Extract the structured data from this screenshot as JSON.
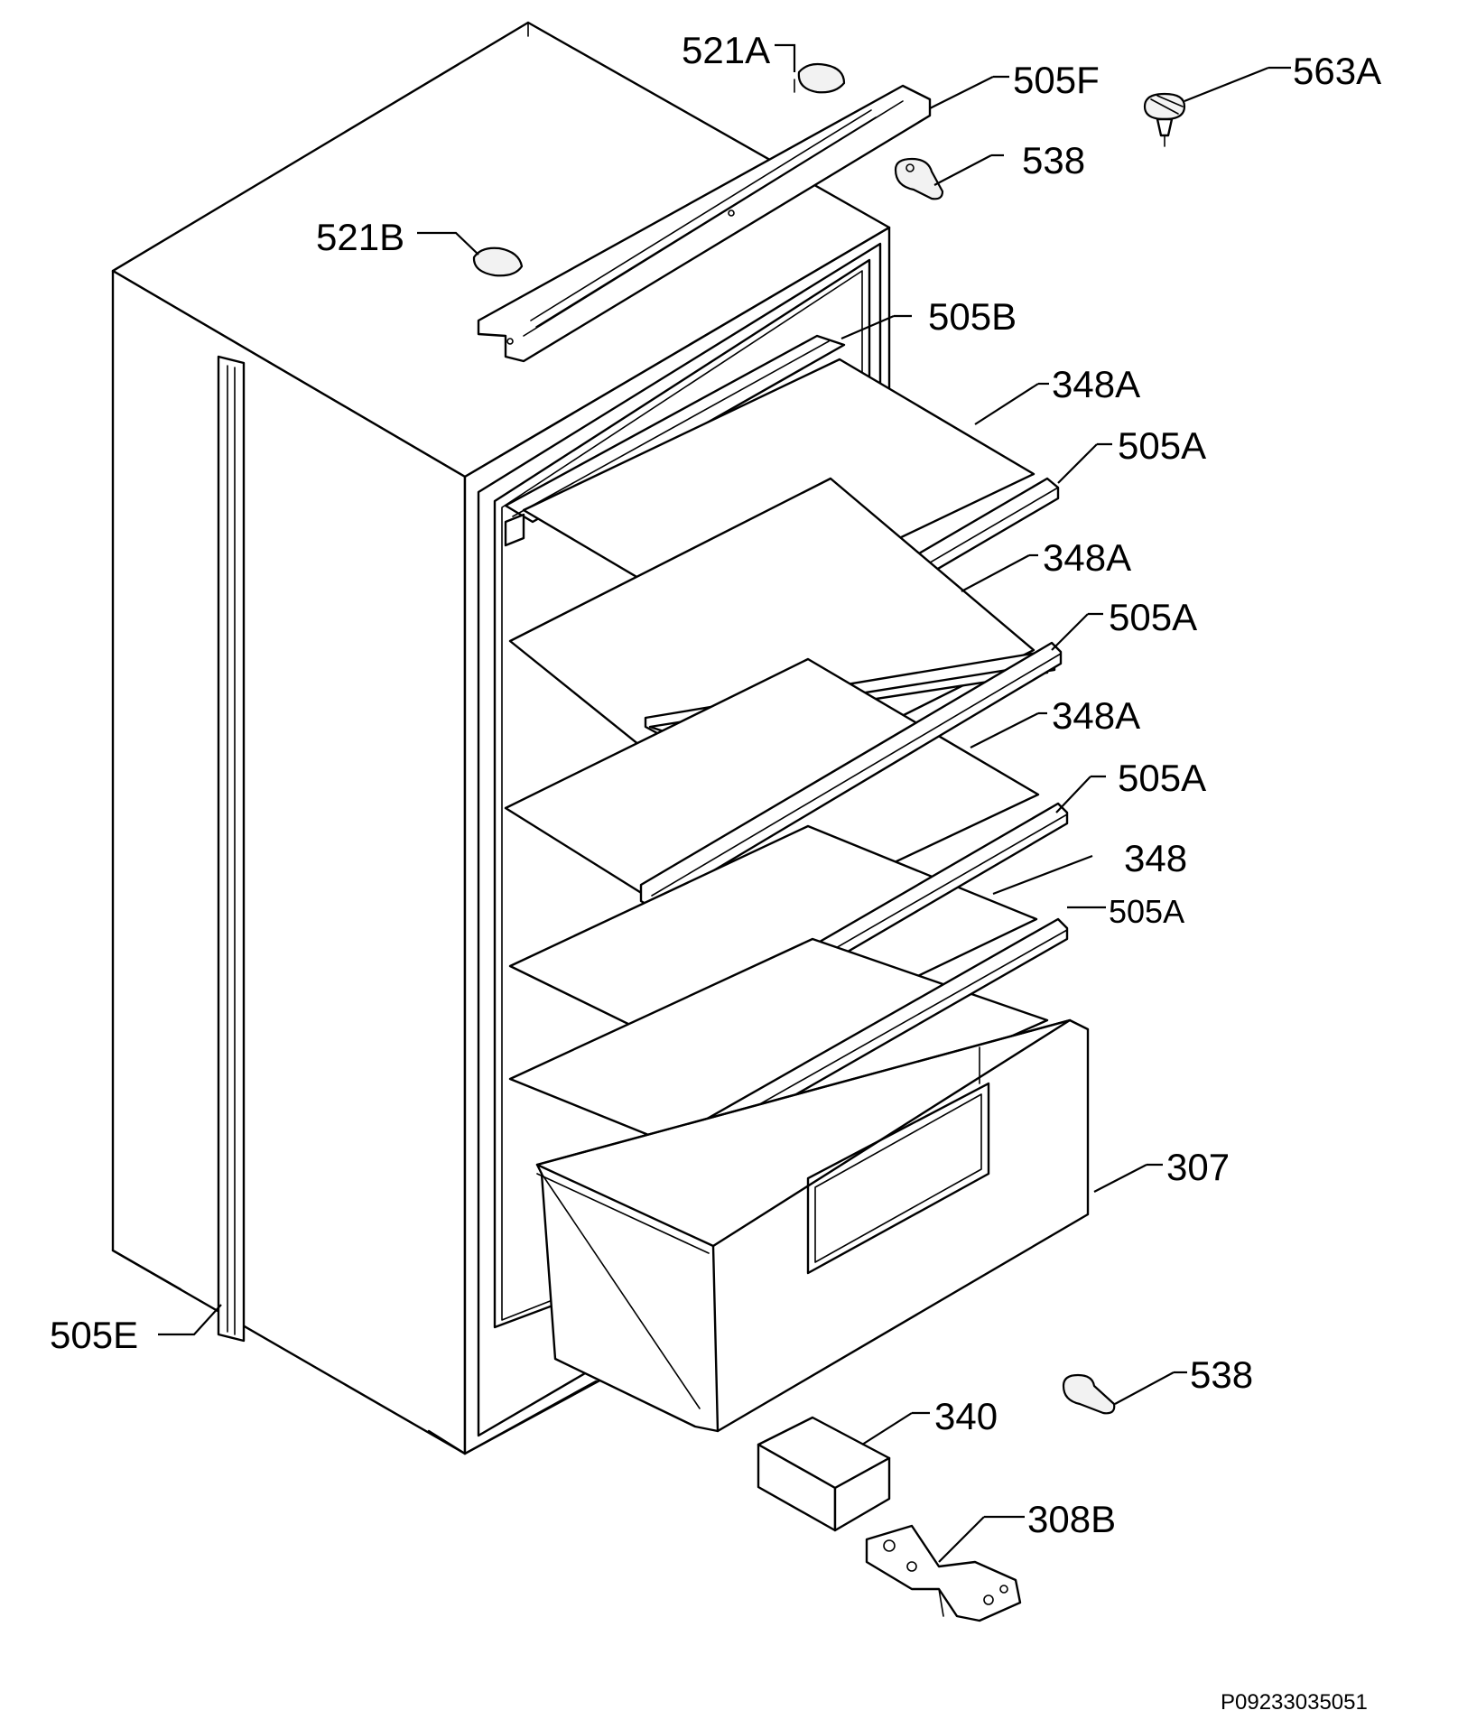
{
  "diagram": {
    "labels": {
      "521A": "521A",
      "505F": "505F",
      "563A": "563A",
      "538_top": "538",
      "521B": "521B",
      "505B": "505B",
      "348A_1": "348A",
      "505A_1": "505A",
      "348A_2": "348A",
      "505A_2": "505A",
      "348A_3": "348A",
      "505A_3": "505A",
      "348": "348",
      "505A_4": "505A",
      "307": "307",
      "505E": "505E",
      "538_bottom": "538",
      "340": "340",
      "308B": "308B"
    },
    "drawing_code": "P09233035051"
  }
}
